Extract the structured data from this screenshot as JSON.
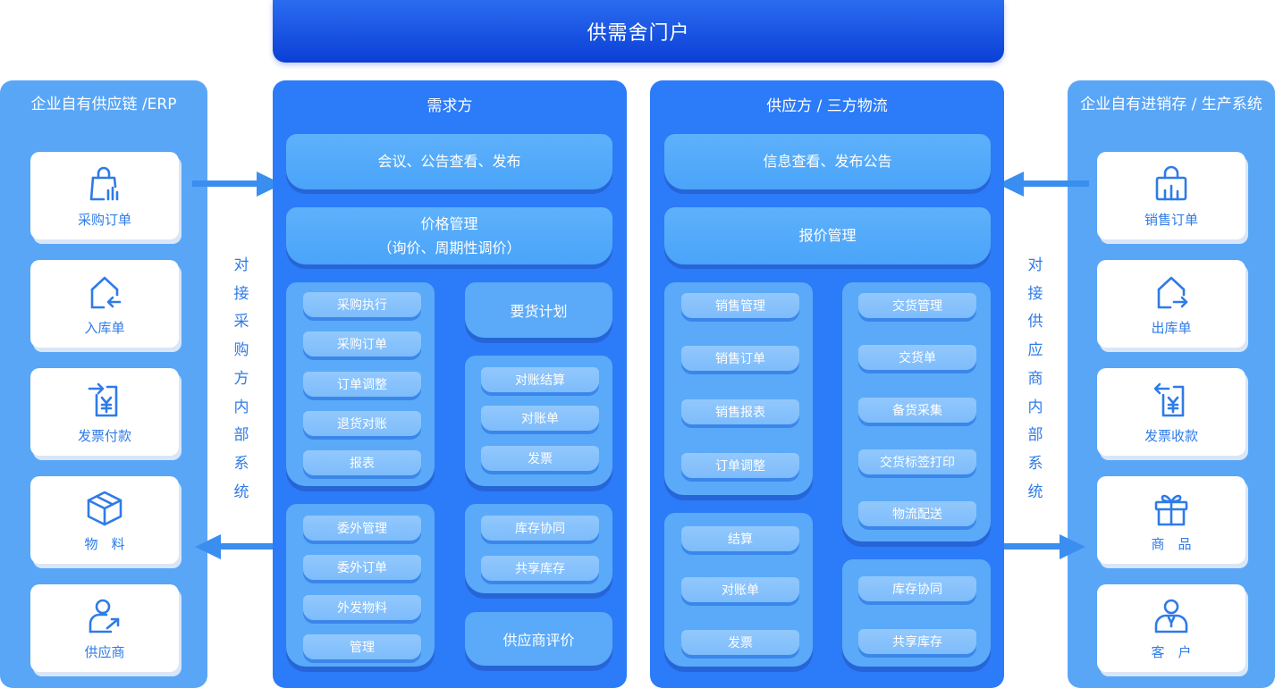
{
  "header": {
    "title": "供需舍门户"
  },
  "left_panel": {
    "title": "企业自有供应链 /ERP",
    "vertical_text": "对接采购方内部系统",
    "cards": [
      {
        "label": "采购订单",
        "icon": "shopping-bag-icon"
      },
      {
        "label": "入库单",
        "icon": "inbound-icon"
      },
      {
        "label": "发票付款",
        "icon": "invoice-payment-icon"
      },
      {
        "label": "物　料",
        "icon": "box-icon"
      },
      {
        "label": "供应商",
        "icon": "supplier-icon"
      }
    ]
  },
  "right_panel": {
    "title": "企业自有进销存 / 生产系统",
    "vertical_text": "对接供应商内部系统",
    "cards": [
      {
        "label": "销售订单",
        "icon": "sales-bag-icon"
      },
      {
        "label": "出库单",
        "icon": "outbound-icon"
      },
      {
        "label": "发票收款",
        "icon": "invoice-receipt-icon"
      },
      {
        "label": "商　品",
        "icon": "gift-icon"
      },
      {
        "label": "客　户",
        "icon": "customer-icon"
      }
    ]
  },
  "demand": {
    "title": "需求方",
    "bar1": "会议、公告查看、发布",
    "bar2_line1": "价格管理",
    "bar2_line2": "（询价、周期性调价）",
    "group_purchase": [
      "采购执行",
      "采购订单",
      "订单调整",
      "退货对账",
      "报表"
    ],
    "plan_title": "要货计划",
    "group_settle": [
      "对账结算",
      "对账单",
      "发票"
    ],
    "group_outsource": [
      "委外管理",
      "委外订单",
      "外发物料",
      "管理"
    ],
    "group_stock": [
      "库存协同",
      "共享库存"
    ],
    "eval_title": "供应商评价"
  },
  "supply": {
    "title": "供应方 / 三方物流",
    "bar1": "信息查看、发布公告",
    "bar2": "报价管理",
    "group_sales": [
      "销售管理",
      "销售订单",
      "销售报表",
      "订单调整"
    ],
    "group_delivery": [
      "交货管理",
      "交货单",
      "备货采集",
      "交货标签打印",
      "物流配送"
    ],
    "group_settle": [
      "结算",
      "对账单",
      "发票"
    ],
    "group_stock": [
      "库存协同",
      "共享库存"
    ]
  },
  "colors": {
    "banner": "#0b3fd6",
    "panel": "#2c7bf8",
    "side_panel": "#59a6f7",
    "icon": "#2f7be8",
    "arrow": "#3a8ef0"
  }
}
